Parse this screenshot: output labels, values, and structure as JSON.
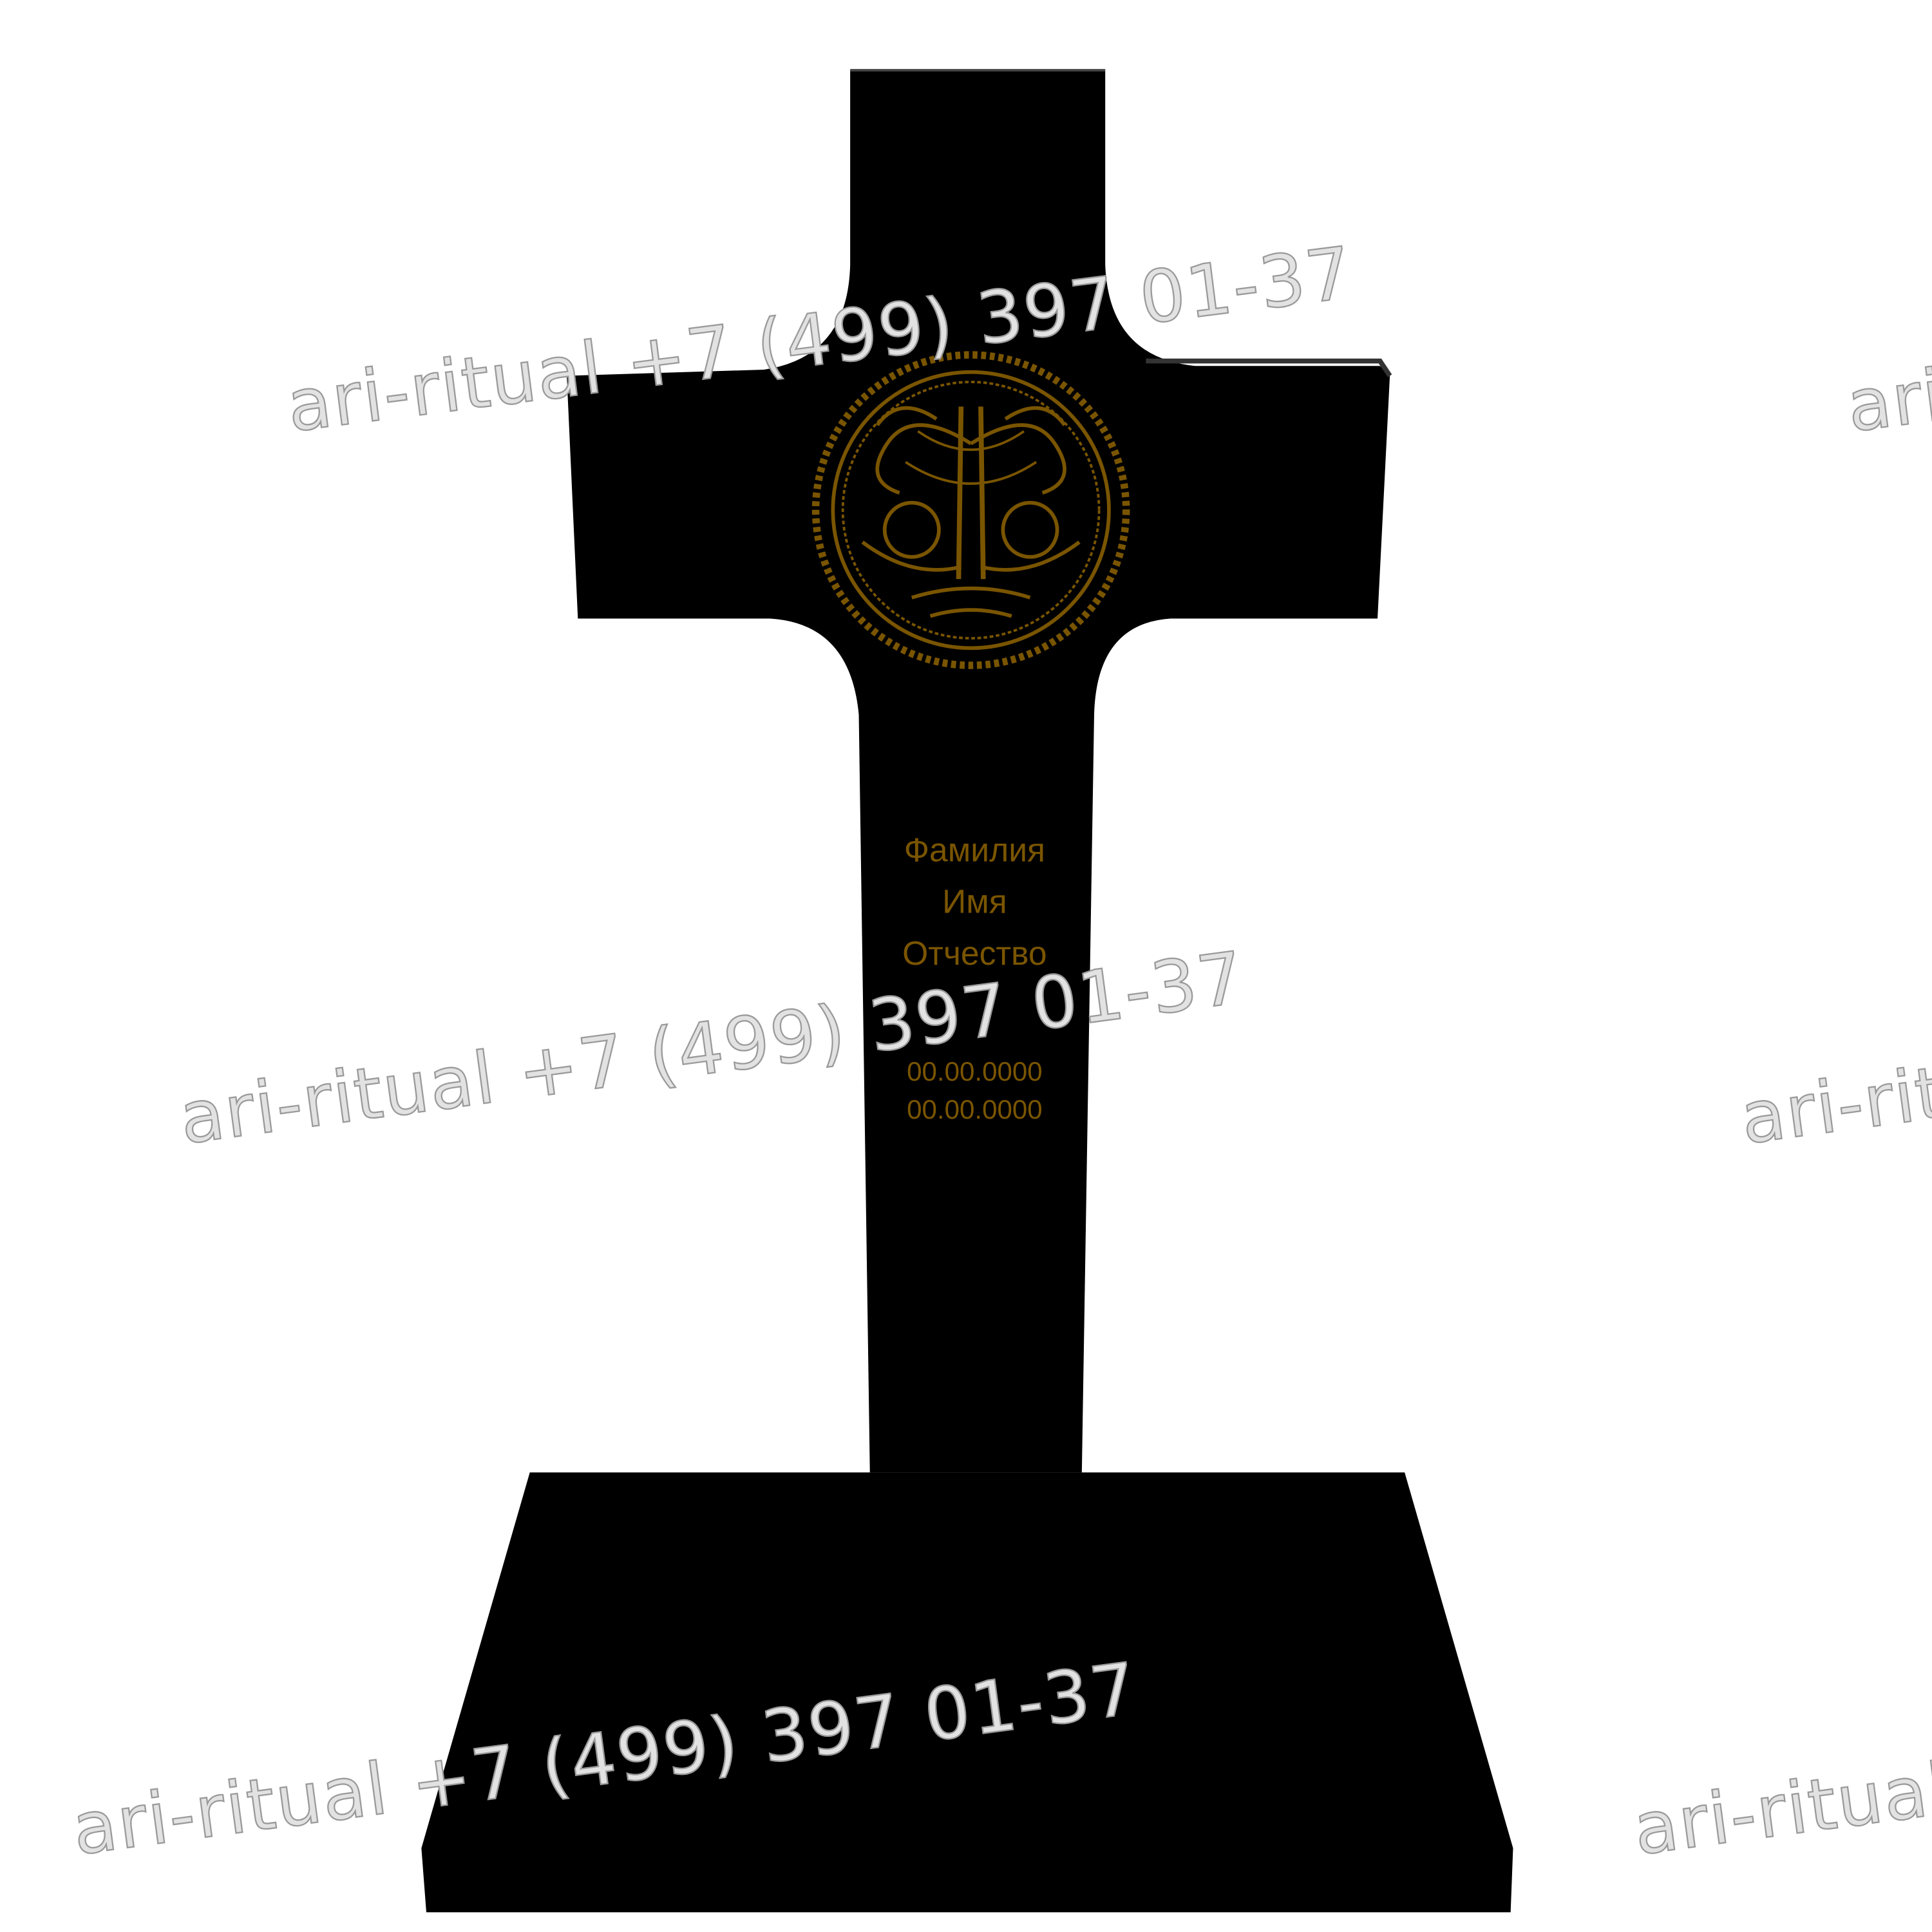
{
  "colors": {
    "stone": "#000000",
    "engraving": "#7a5500",
    "watermark_fill": "#e2e2e2",
    "watermark_stroke": "#9a9a9a"
  },
  "inscription": {
    "surname": "Фамилия",
    "name": "Имя",
    "patronymic": "Отчество",
    "birth_date": "00.00.0000",
    "death_date": "00.00.0000"
  },
  "emblem": "tree-of-life-icon",
  "watermark": {
    "text": "ari-ritual +7 (499) 397 01-37"
  }
}
